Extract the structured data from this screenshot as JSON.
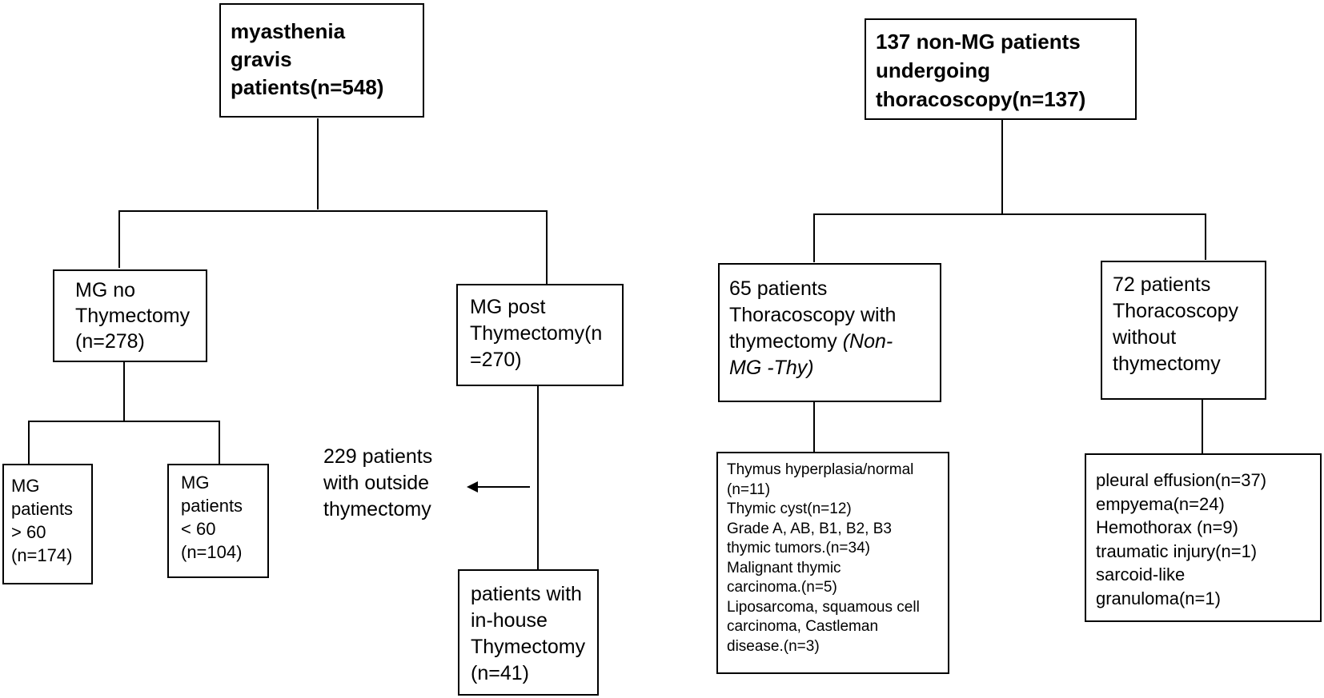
{
  "left_tree": {
    "root": {
      "lines": [
        "myasthenia",
        "gravis",
        "patients(n=548)"
      ]
    },
    "no_thymectomy": {
      "lines": [
        "MG no",
        "Thymectomy",
        "(n=278)"
      ]
    },
    "post_thymectomy": {
      "lines": [
        "MG post",
        "Thymectomy(n",
        "=270)"
      ]
    },
    "over_60": {
      "lines": [
        "MG",
        "patients",
        "> 60",
        "(n=174)"
      ]
    },
    "under_60": {
      "lines": [
        "MG",
        "patients",
        "< 60",
        "(n=104)"
      ]
    },
    "outside_thymectomy": {
      "lines": [
        "229 patients",
        "with outside",
        "thymectomy"
      ]
    },
    "inhouse_thymectomy": {
      "lines": [
        "patients with",
        "in-house",
        "Thymectomy",
        "(n=41)"
      ]
    }
  },
  "right_tree": {
    "root": {
      "lines": [
        "137 non-MG patients",
        "undergoing",
        "thoracoscopy(n=137)"
      ]
    },
    "with_thymectomy": {
      "line1": "65 patients",
      "line2": "Thoracoscopy with",
      "line3_plain": "thymectomy ",
      "line3_italic": "(Non-",
      "line4_italic": "MG -Thy)"
    },
    "without_thymectomy": {
      "lines": [
        "72 patients",
        "Thoracoscopy",
        "without",
        "thymectomy"
      ]
    },
    "with_thymectomy_details": {
      "lines": [
        "Thymus hyperplasia/normal",
        "(n=11)",
        "Thymic cyst(n=12)",
        "Grade A, AB, B1, B2, B3",
        "thymic tumors.(n=34)",
        "Malignant thymic",
        "carcinoma.(n=5)",
        "Liposarcoma, squamous cell",
        "carcinoma, Castleman",
        "disease.(n=3)"
      ]
    },
    "without_thymectomy_details": {
      "lines": [
        "pleural effusion(n=37)",
        "empyema(n=24)",
        "Hemothorax (n=9)",
        "traumatic injury(n=1)",
        "sarcoid-like",
        "granuloma(n=1)"
      ]
    }
  }
}
